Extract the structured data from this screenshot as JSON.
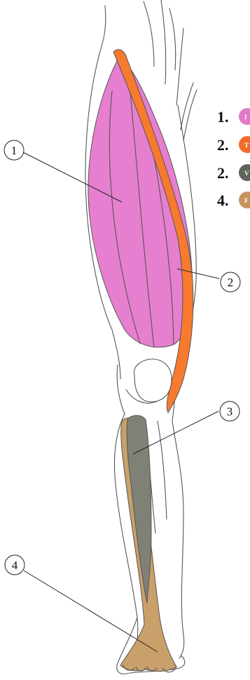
{
  "callouts": [
    {
      "label": "1"
    },
    {
      "label": "2"
    },
    {
      "label": "3"
    },
    {
      "label": "4"
    }
  ],
  "legend": [
    {
      "number": "1.",
      "letter": "I",
      "color": "#e07ac8"
    },
    {
      "number": "2.",
      "letter": "T",
      "color": "#f26a2b"
    },
    {
      "number": "2.",
      "letter": "V",
      "color": "#5e655c"
    },
    {
      "number": "4.",
      "letter": "F",
      "color": "#c4945a"
    }
  ],
  "colors": {
    "muscle_1": "#e67fcf",
    "muscle_2": "#f77a2e",
    "muscle_3": "#7f8177",
    "muscle_4": "#c9a06a"
  }
}
